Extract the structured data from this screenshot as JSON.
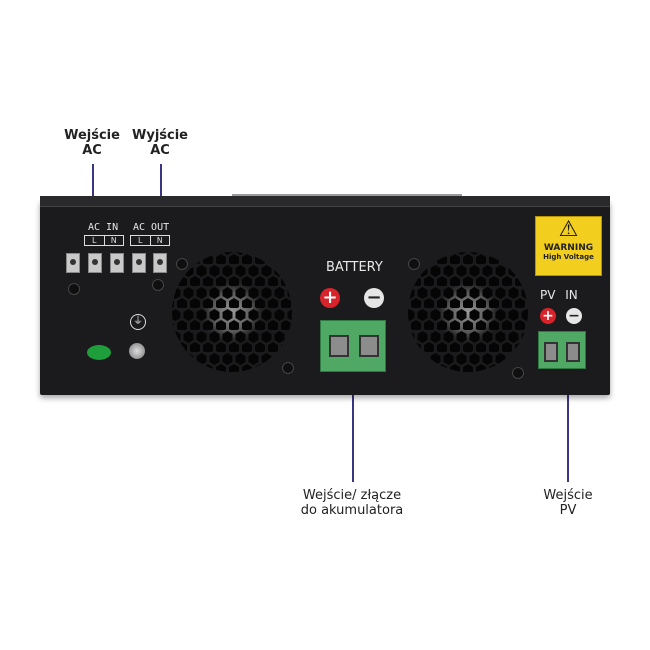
{
  "callouts": {
    "ac_in": {
      "line1": "Wejście",
      "line2": "AC"
    },
    "ac_out": {
      "line1": "Wyjście",
      "line2": "AC"
    },
    "battery": {
      "line1": "Wejście/ złącze",
      "line2": "do akumulatora"
    },
    "pv": {
      "line1": "Wejście",
      "line2": "PV"
    }
  },
  "device": {
    "ac_in_label": "AC IN",
    "ac_out_label": "AC OUT",
    "terminal_l": "L",
    "terminal_n": "N",
    "battery_label": "BATTERY",
    "plus": "+",
    "minus": "−",
    "pv_label": "PV IN",
    "warning_title": "WARNING",
    "warning_sub": "High Voltage"
  },
  "colors": {
    "leader": "#3b3585",
    "terminal": "#4fa864",
    "warning": "#f2cf1f",
    "plus": "#d8232a",
    "minus": "#e6e6e6"
  }
}
